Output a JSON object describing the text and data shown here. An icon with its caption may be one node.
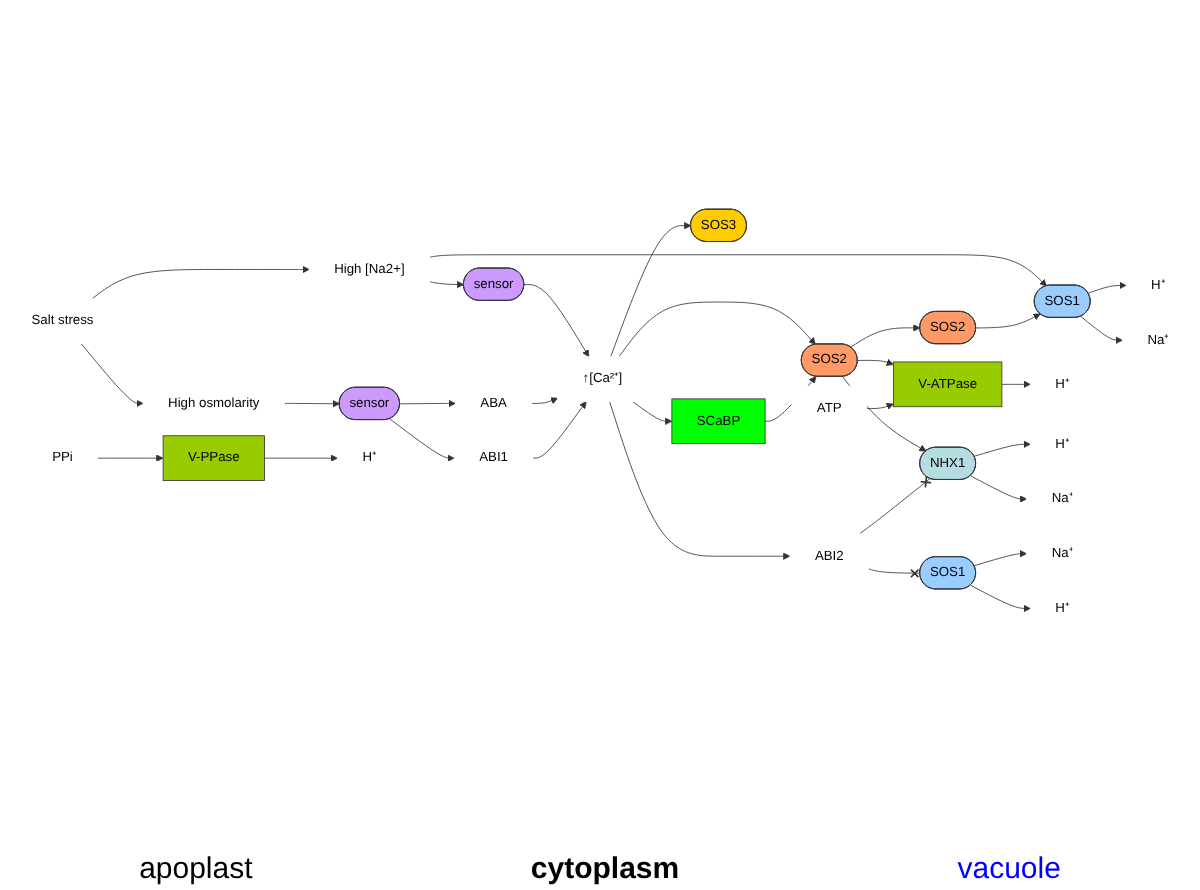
{
  "diagram": {
    "nodes": [
      {
        "text": [
          "Salt stress"
        ]
      },
      {
        "text": [
          "High [Na2+]"
        ]
      },
      {
        "text": [
          "High osmolarity"
        ]
      },
      {
        "text": [
          "sensor"
        ]
      },
      {
        "text": [
          "sensor"
        ]
      },
      {
        "text": [
          "ABA"
        ]
      },
      {
        "text": [
          "ABI1"
        ]
      },
      {
        "text": [
          "↑[Ca²⁺]"
        ]
      },
      {
        "text": [
          "ABI2"
        ]
      },
      {
        "text": [
          "SOS3"
        ]
      },
      {
        "text": [
          "SOS2"
        ]
      },
      {
        "text": [
          "SCaBP"
        ]
      },
      {
        "text": [
          "SOS2"
        ]
      },
      {
        "text": [
          "SOS1"
        ]
      },
      {
        "text": [
          "H⁺"
        ]
      },
      {
        "text": [
          "Na⁺"
        ]
      },
      {
        "text": [
          "V-ATPase"
        ]
      },
      {
        "text": [
          "V-PPase"
        ]
      },
      {
        "text": [
          "ATP"
        ]
      },
      {
        "text": [
          "PPi"
        ]
      },
      {
        "text": [
          "H⁺"
        ]
      },
      {
        "text": [
          "H⁺"
        ]
      },
      {
        "text": [
          "NHX1"
        ]
      },
      {
        "text": [
          "H⁺"
        ]
      },
      {
        "text": [
          "Na⁺"
        ]
      },
      {
        "text": [
          "SOS1"
        ]
      },
      {
        "text": [
          "Na⁺"
        ]
      },
      {
        "text": [
          "H⁺"
        ]
      }
    ],
    "edges": [
      {
        "from": 0,
        "to": 1,
        "arrow": "to"
      },
      {
        "from": 0,
        "to": 2,
        "arrow": "to"
      },
      {
        "from": 1,
        "to": 3,
        "arrow": "to"
      },
      {
        "from": 1,
        "to": 13,
        "arrow": "to"
      },
      {
        "from": 2,
        "to": 4,
        "arrow": "to"
      },
      {
        "from": 3,
        "to": 7,
        "arrow": "to"
      },
      {
        "from": 4,
        "to": 5,
        "arrow": "to"
      },
      {
        "from": 4,
        "to": 6,
        "arrow": "to"
      },
      {
        "from": 5,
        "to": 7,
        "arrow": "to"
      },
      {
        "from": 6,
        "to": 7,
        "arrow": "to"
      },
      {
        "from": 7,
        "to": 8,
        "arrow": "to"
      },
      {
        "from": 7,
        "to": 9,
        "arrow": "to"
      },
      {
        "from": 7,
        "to": 11,
        "arrow": "to"
      },
      {
        "from": 7,
        "to": 12,
        "arrow": "to"
      },
      {
        "from": 11,
        "to": 12,
        "arrow": "to"
      },
      {
        "from": 12,
        "to": 10,
        "arrow": "to"
      },
      {
        "from": 10,
        "to": 13,
        "arrow": "to"
      },
      {
        "from": 12,
        "to": 16,
        "arrow": "to"
      },
      {
        "from": 12,
        "to": 22,
        "arrow": "to"
      },
      {
        "from": 8,
        "to": 25,
        "arrow": "other"
      },
      {
        "from": 8,
        "to": 22,
        "arrow": "other"
      },
      {
        "from": 13,
        "to": 14,
        "arrow": "to"
      },
      {
        "from": 13,
        "to": 15,
        "arrow": "to"
      },
      {
        "from": 18,
        "to": 16,
        "arrow": "to"
      },
      {
        "from": 19,
        "to": 17,
        "arrow": "to"
      },
      {
        "from": 16,
        "to": 20,
        "arrow": "to"
      },
      {
        "from": 17,
        "to": 21,
        "arrow": "to"
      },
      {
        "from": 22,
        "to": 23,
        "arrow": "to"
      },
      {
        "from": 22,
        "to": 24,
        "arrow": "to"
      },
      {
        "from": 25,
        "to": 26,
        "arrow": "to"
      },
      {
        "from": 25,
        "to": 27,
        "arrow": "to"
      }
    ],
    "labels": [
      "apoplast",
      "cytoplasm",
      "vacuole"
    ]
  }
}
